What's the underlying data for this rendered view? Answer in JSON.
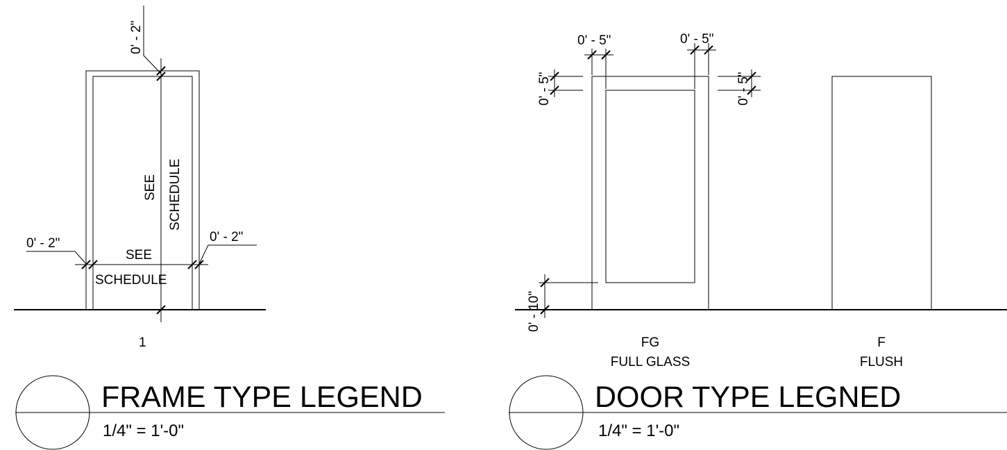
{
  "frame_legend": {
    "dim_top": "0' - 2\"",
    "height_see": "SEE",
    "height_schedule": "SCHEDULE",
    "dim_left": "0' - 2\"",
    "dim_right": "0' - 2\"",
    "width_see": "SEE",
    "width_schedule": "SCHEDULE",
    "type_mark": "1",
    "title": "FRAME TYPE LEGEND",
    "scale": "1/4\" = 1'-0\""
  },
  "door_legend": {
    "dim_top_left": "0' - 5\"",
    "dim_top_right": "0' - 5\"",
    "dim_side_left": "0' - 5\"",
    "dim_side_right": "0' - 5\"",
    "dim_bottom": "0' - 10\"",
    "door_fg_code": "FG",
    "door_fg_name": "FULL GLASS",
    "door_f_code": "F",
    "door_f_name": "FLUSH",
    "title": "DOOR TYPE LEGNED",
    "scale": "1/4\" = 1'-0\""
  },
  "colors": {
    "line": "#000000",
    "background": "#ffffff"
  }
}
